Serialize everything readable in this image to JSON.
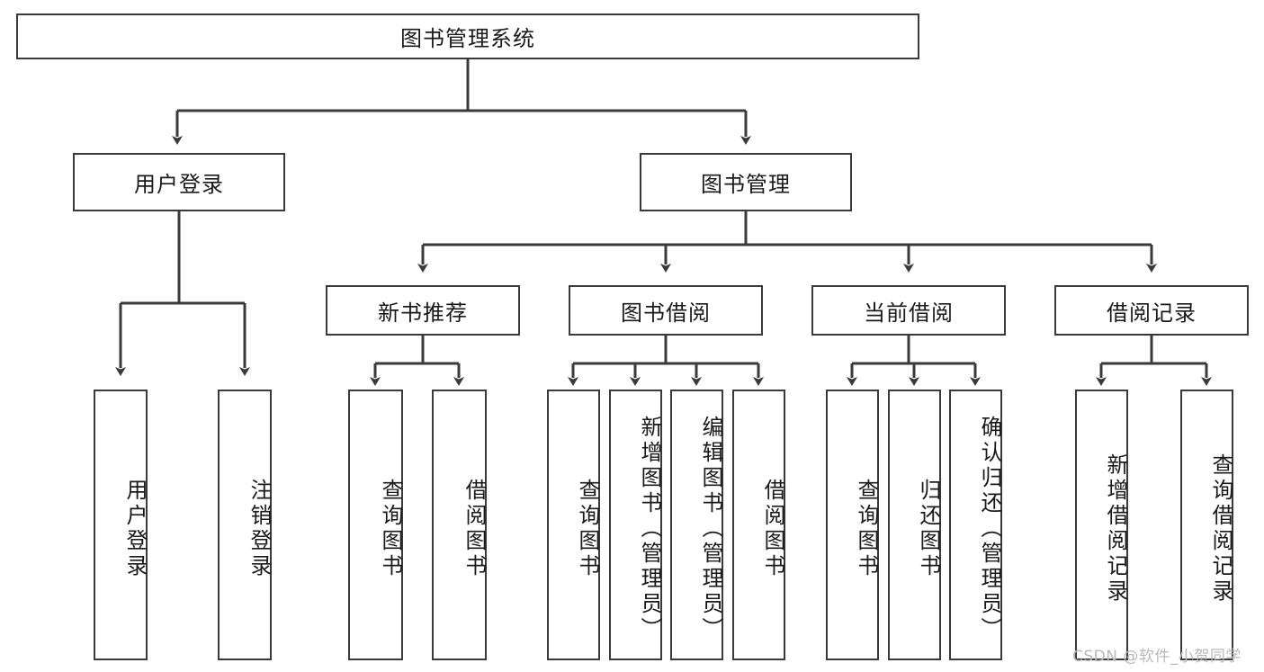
{
  "diagram": {
    "title": "图书管理系统",
    "type": "tree-hierarchy-chart",
    "colors": {
      "box_border": "#3a3a3a",
      "box_fill": "#ffffff",
      "edge": "#3a3a3a",
      "text": "#1a1a1a",
      "watermark": "#b9b9b9"
    },
    "root": {
      "id": "root",
      "label": "图书管理系统",
      "orientation": "horizontal"
    },
    "level2": [
      {
        "id": "user-login",
        "label": "用户登录",
        "orientation": "horizontal"
      },
      {
        "id": "book-management",
        "label": "图书管理",
        "orientation": "horizontal"
      }
    ],
    "level3": [
      {
        "id": "new-book-recommend",
        "label": "新书推荐",
        "orientation": "horizontal",
        "parent": "book-management"
      },
      {
        "id": "book-borrow",
        "label": "图书借阅",
        "orientation": "horizontal",
        "parent": "book-management"
      },
      {
        "id": "current-borrow",
        "label": "当前借阅",
        "orientation": "horizontal",
        "parent": "book-management"
      },
      {
        "id": "borrow-record",
        "label": "借阅记录",
        "orientation": "horizontal",
        "parent": "book-management"
      }
    ],
    "leaves": [
      {
        "id": "leaf-user-login",
        "label": "用户登录",
        "parent": "user-login",
        "orientation": "vertical"
      },
      {
        "id": "leaf-user-logout",
        "label": "注销登录",
        "parent": "user-login",
        "orientation": "vertical"
      },
      {
        "id": "leaf-query-book-1",
        "label": "查询图书",
        "parent": "new-book-recommend",
        "orientation": "vertical"
      },
      {
        "id": "leaf-borrow-book-1",
        "label": "借阅图书",
        "parent": "new-book-recommend",
        "orientation": "vertical"
      },
      {
        "id": "leaf-query-book-2",
        "label": "查询图书",
        "parent": "book-borrow",
        "orientation": "vertical"
      },
      {
        "id": "leaf-add-book",
        "label": "新增图书（管理员）",
        "parent": "book-borrow",
        "orientation": "vertical"
      },
      {
        "id": "leaf-edit-book",
        "label": "编辑图书（管理员）",
        "parent": "book-borrow",
        "orientation": "vertical"
      },
      {
        "id": "leaf-borrow-book-2",
        "label": "借阅图书",
        "parent": "book-borrow",
        "orientation": "vertical"
      },
      {
        "id": "leaf-query-book-3",
        "label": "查询图书",
        "parent": "current-borrow",
        "orientation": "vertical"
      },
      {
        "id": "leaf-return-book",
        "label": "归还图书",
        "parent": "current-borrow",
        "orientation": "vertical"
      },
      {
        "id": "leaf-confirm-return",
        "label": "确认归还（管理员）",
        "parent": "current-borrow",
        "orientation": "vertical"
      },
      {
        "id": "leaf-add-record",
        "label": "新增借阅记录",
        "parent": "borrow-record",
        "orientation": "vertical"
      },
      {
        "id": "leaf-query-record",
        "label": "查询借阅记录",
        "parent": "borrow-record",
        "orientation": "vertical"
      }
    ],
    "watermark": "CSDN @软件_小贺同学"
  }
}
